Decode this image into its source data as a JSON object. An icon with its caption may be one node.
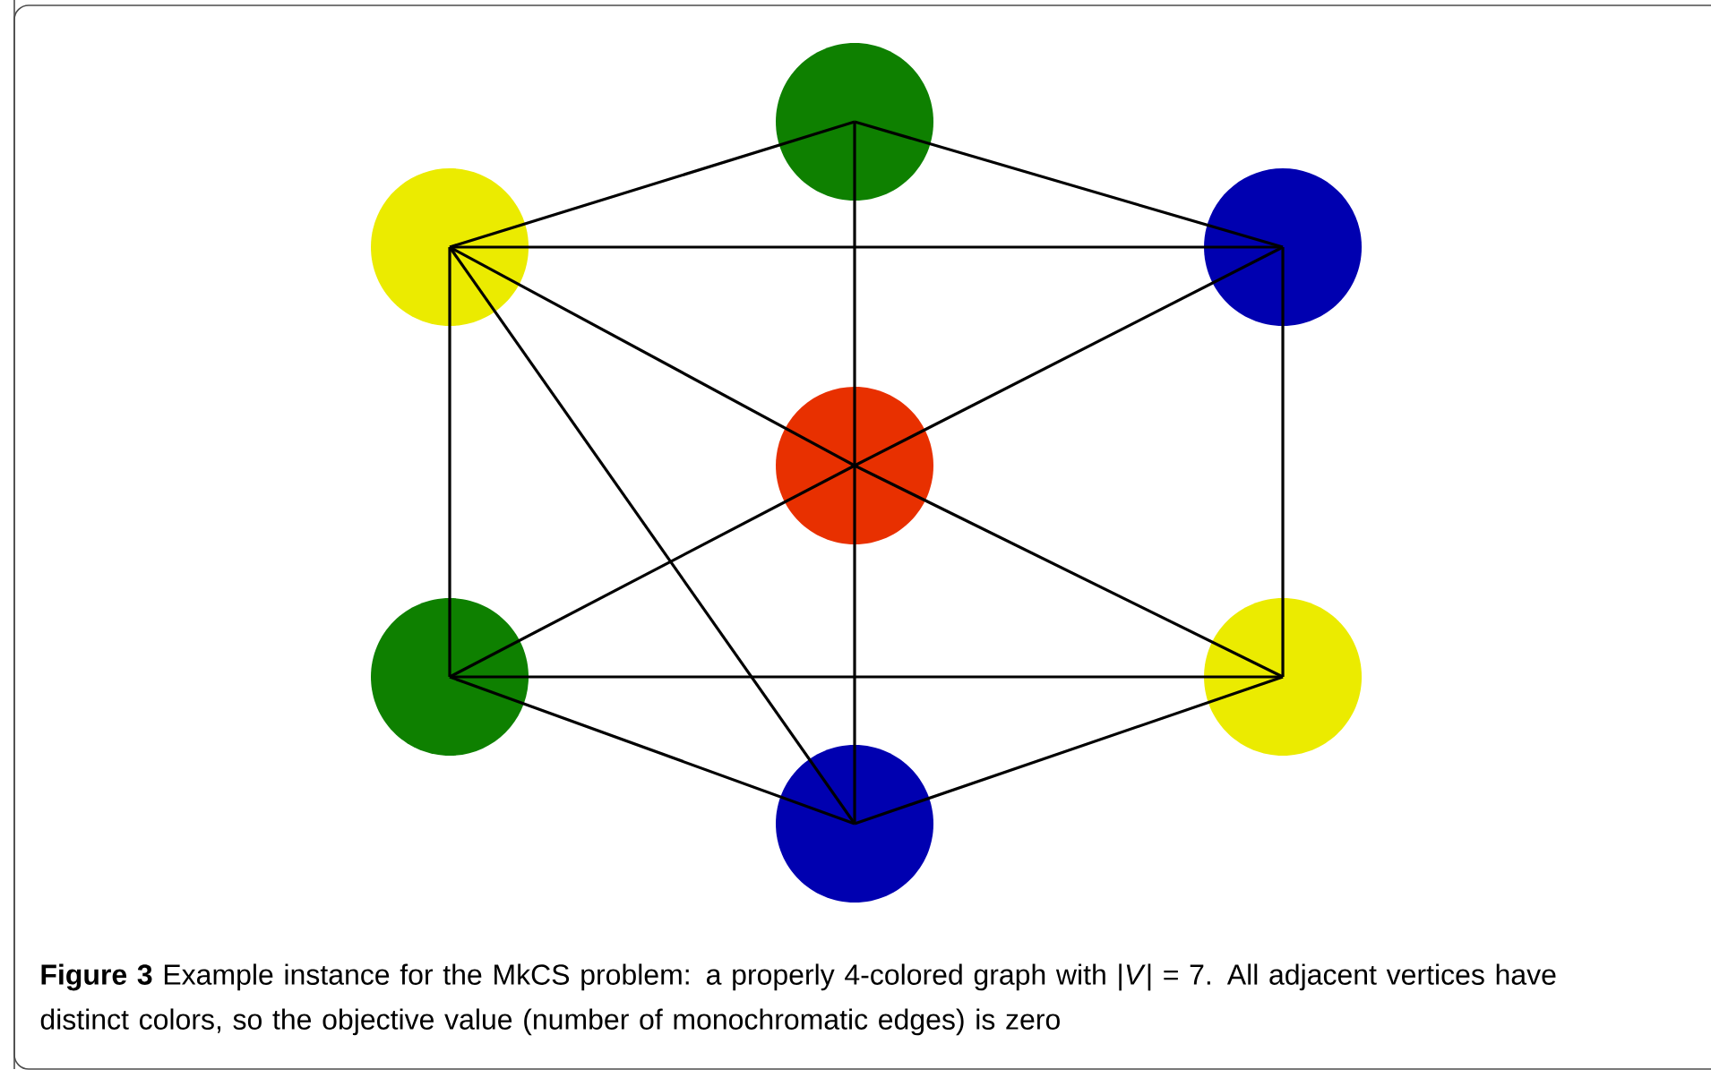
{
  "diagram": {
    "caption": "**Figure 3**  Example instance for the MkCS problem: a properly 4-colored graph with |*V*| = 7. All adjacent vertices have distinct colors, so the objective value (number of monochromatic edges) is zero",
    "nodes": [
      {
        "text": [],
        "shape": "circle"
      },
      {
        "text": [],
        "shape": "circle"
      },
      {
        "text": [],
        "shape": "circle"
      },
      {
        "text": [],
        "shape": "circle"
      },
      {
        "text": [],
        "shape": "circle"
      },
      {
        "text": [],
        "shape": "circle"
      },
      {
        "text": [],
        "shape": "circle"
      }
    ],
    "edges": [
      {
        "from": 0,
        "to": 1,
        "arrow": "none"
      },
      {
        "from": 0,
        "to": 2,
        "arrow": "none"
      },
      {
        "from": 0,
        "to": 3,
        "arrow": "none"
      },
      {
        "from": 1,
        "to": 2,
        "arrow": "none"
      },
      {
        "from": 1,
        "to": 3,
        "arrow": "none"
      },
      {
        "from": 1,
        "to": 4,
        "arrow": "none"
      },
      {
        "from": 1,
        "to": 6,
        "arrow": "none"
      },
      {
        "from": 2,
        "to": 3,
        "arrow": "none"
      },
      {
        "from": 2,
        "to": 5,
        "arrow": "none"
      },
      {
        "from": 3,
        "to": 4,
        "arrow": "none"
      },
      {
        "from": 3,
        "to": 5,
        "arrow": "none"
      },
      {
        "from": 3,
        "to": 6,
        "arrow": "none"
      },
      {
        "from": 4,
        "to": 5,
        "arrow": "none"
      },
      {
        "from": 4,
        "to": 6,
        "arrow": "none"
      },
      {
        "from": 5,
        "to": 6,
        "arrow": "none"
      }
    ]
  }
}
